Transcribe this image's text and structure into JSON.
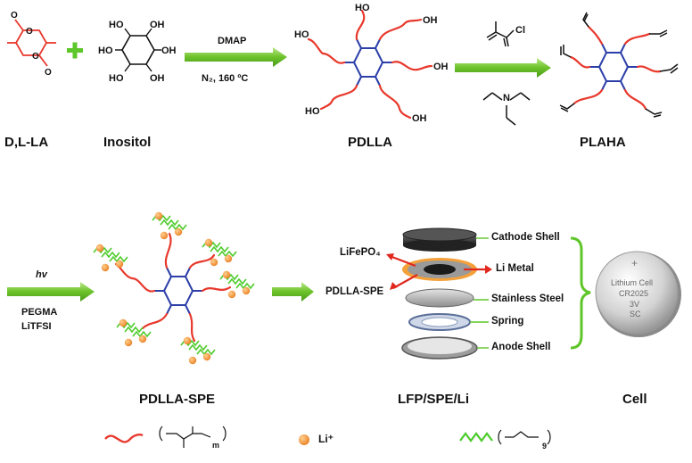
{
  "step1": {
    "reactant_a": "D,L-LA",
    "reactant_b": "Inositol",
    "catalyst": "DMAP",
    "condition": "N₂, 160 ºC",
    "product": "PDLLA"
  },
  "step2": {
    "reagent_atom": "Cl",
    "base_atom": "N",
    "product": "PLAHA"
  },
  "step3": {
    "trigger": "hv",
    "additive_1": "PEGMA",
    "additive_2": "LiTFSI",
    "product": "PDLLA-SPE"
  },
  "assembly": {
    "title": "LFP/SPE/Li",
    "left_labels": [
      "LiFePO₄",
      "PDLLA-SPE"
    ],
    "parts": [
      "Cathode Shell",
      "Li Metal",
      "Stainless Steel",
      "Spring",
      "Anode Shell"
    ]
  },
  "cell": {
    "title": "Cell",
    "text_line_1": "Lithium Cell",
    "text_line_2": "CR2025",
    "text_line_3": "3V",
    "text_line_4": "SC"
  },
  "legend": {
    "pla_subscript": "m",
    "li_label": "Li⁺",
    "peg_subscript": "9"
  },
  "colors": {
    "pla_chain": "#e8382c",
    "core_ring": "#2c3fa8",
    "peg_chain": "#4ccb2a",
    "lithium_ion": "#f0963a",
    "arrow": "#7ec832",
    "bracket": "#5fc629",
    "li_metal_ring": "#f4a13a"
  },
  "icons": [
    "plus-icon",
    "arrow-icon",
    "benzene-core-icon",
    "coin-cell-icon"
  ]
}
